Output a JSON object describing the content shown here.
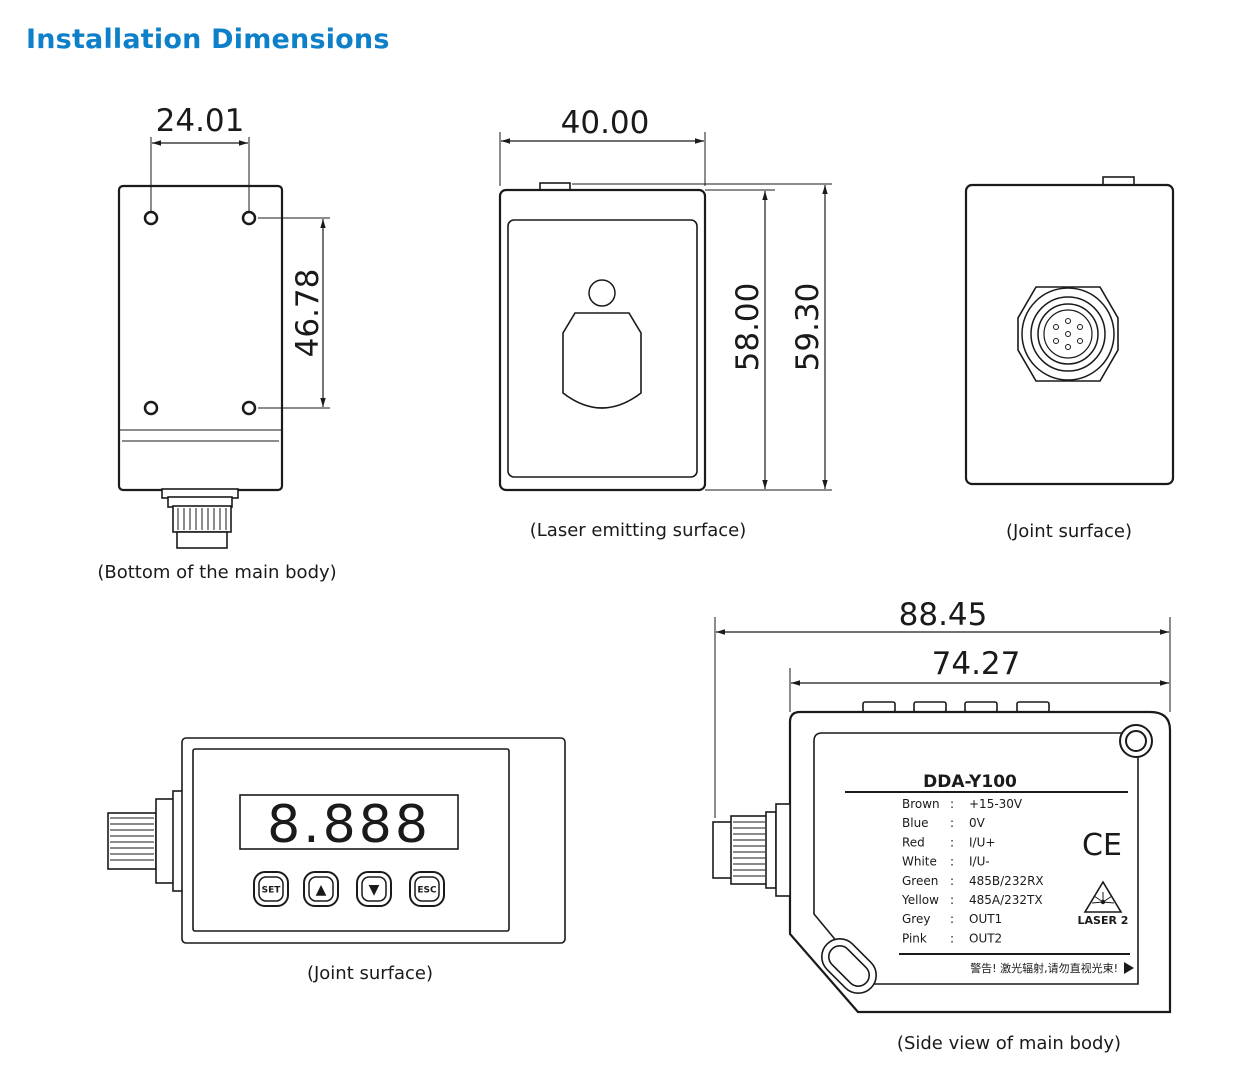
{
  "title": "Installation Dimensions",
  "dimensions": {
    "bottom_width": "24.01",
    "bottom_hole_spacing": "46.78",
    "laser_width": "40.00",
    "laser_height": "58.00",
    "laser_total_height": "59.30",
    "side_total_length": "88.45",
    "side_body_length": "74.27"
  },
  "captions": {
    "bottom": "(Bottom of the main body)",
    "laser": "(Laser emitting surface)",
    "joint_top": "(Joint surface)",
    "joint_bottom": "(Joint surface)",
    "side": "(Side view of main body)"
  },
  "display": {
    "readout": "8.888",
    "buttons": [
      "SET",
      "▲",
      "▼",
      "ESC"
    ]
  },
  "label": {
    "model": "DDA-Y100",
    "wires": [
      {
        "color": "Brown",
        "signal": "+15-30V"
      },
      {
        "color": "Blue",
        "signal": "0V"
      },
      {
        "color": "Red",
        "signal": "I/U+"
      },
      {
        "color": "White",
        "signal": "I/U-"
      },
      {
        "color": "Green",
        "signal": "485B/232RX"
      },
      {
        "color": "Yellow",
        "signal": "485A/232TX"
      },
      {
        "color": "Grey",
        "signal": "OUT1"
      },
      {
        "color": "Pink",
        "signal": "OUT2"
      }
    ],
    "separator": ":",
    "ce_mark": "CE",
    "laser_class": "LASER 2",
    "warning": "警告! 激光辐射,请勿直视光束!"
  },
  "colors": {
    "title": "#0e80c9",
    "line": "#1a1a1a"
  }
}
